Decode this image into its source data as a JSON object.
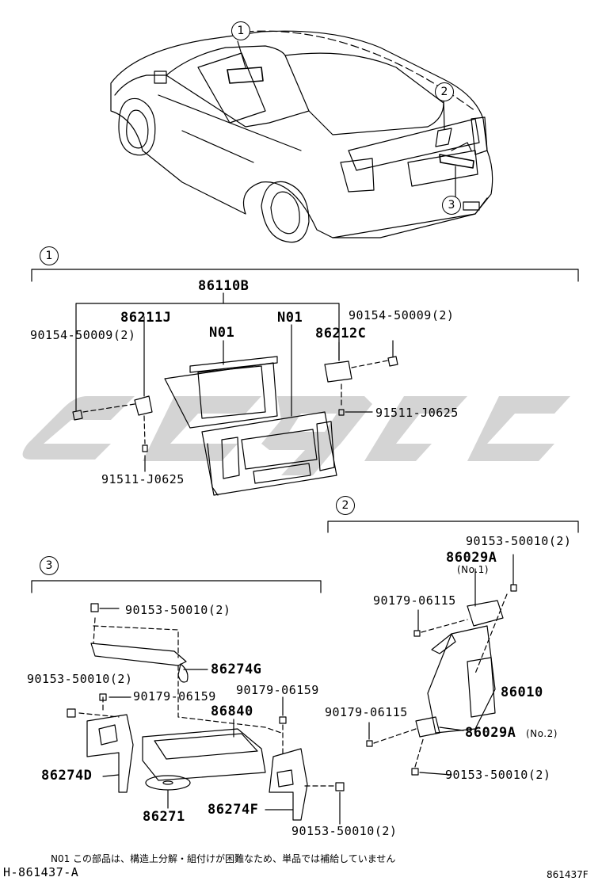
{
  "colors": {
    "line": "#000000",
    "watermark": "#d4d4d4",
    "background": "#ffffff"
  },
  "callouts": {
    "c1": "1",
    "c2": "2",
    "c3": "3"
  },
  "parts": {
    "p86110B": "86110B",
    "p86211J": "86211J",
    "pN01a": "N01",
    "pN01b": "N01",
    "p86212C": "86212C",
    "p90154_left": "90154-50009(2)",
    "p90154_right": "90154-50009(2)",
    "p91511_right": "91511-J0625",
    "p91511_left": "91511-J0625",
    "p90153_top2": "90153-50010(2)",
    "p86029A_1": "86029A",
    "p86029A_1_note": "(No.1)",
    "p90179_06115_a": "90179-06115",
    "p86010": "86010",
    "p90179_06115_b": "90179-06115",
    "p86029A_2": "86029A",
    "p86029A_2_note": "(No.2)",
    "p90153_bottom2": "90153-50010(2)",
    "p90153_s3_top": "90153-50010(2)",
    "p86274G": "86274G",
    "p90153_s3_left": "90153-50010(2)",
    "p90179_06159_a": "90179-06159",
    "p90179_06159_b": "90179-06159",
    "p86840": "86840",
    "p86274D": "86274D",
    "p86271": "86271",
    "p86274F": "86274F",
    "p90153_s3_bottom": "90153-50010(2)"
  },
  "footer": {
    "note": "N01 この部品は、構造上分解・組付けが困難なため、単品では補給していません",
    "diagram_id": "H-861437-A",
    "figure_code": "861437F"
  }
}
